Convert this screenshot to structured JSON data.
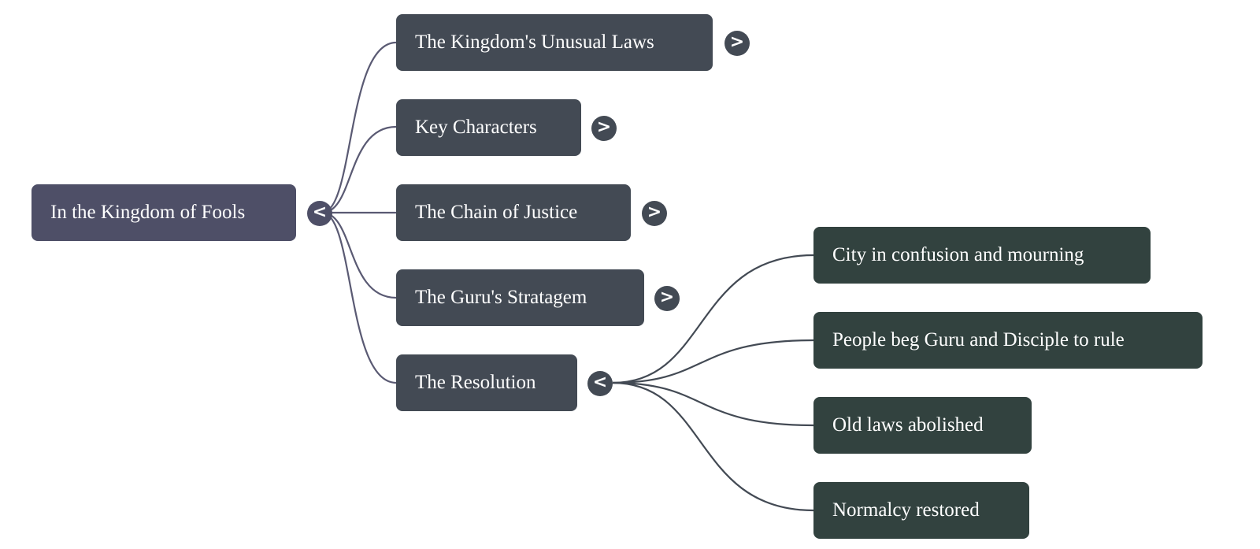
{
  "mindmap": {
    "root": {
      "label": "In the Kingdom of Fools",
      "toggle": "<",
      "expanded": true
    },
    "branches": [
      {
        "label": "The Kingdom's Unusual Laws",
        "toggle": ">",
        "expanded": false,
        "children": []
      },
      {
        "label": "Key Characters",
        "toggle": ">",
        "expanded": false,
        "children": []
      },
      {
        "label": "The Chain of Justice",
        "toggle": ">",
        "expanded": false,
        "children": []
      },
      {
        "label": "The Guru's Stratagem",
        "toggle": ">",
        "expanded": false,
        "children": []
      },
      {
        "label": "The Resolution",
        "toggle": "<",
        "expanded": true,
        "children": [
          {
            "label": "City in confusion and mourning"
          },
          {
            "label": "People beg Guru and Disciple to rule"
          },
          {
            "label": "Old laws abolished"
          },
          {
            "label": "Normalcy restored"
          }
        ]
      }
    ]
  },
  "colors": {
    "root": "#4e4f67",
    "branch": "#434a54",
    "leaf": "#32423f",
    "root_link": "#5a5a73",
    "branch_link": "#434a54"
  }
}
